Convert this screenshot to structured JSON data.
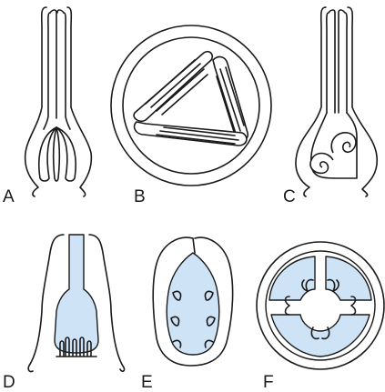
{
  "panels": [
    {
      "label": "A"
    },
    {
      "label": "B"
    },
    {
      "label": "C"
    },
    {
      "label": "D"
    },
    {
      "label": "E"
    },
    {
      "label": "F"
    }
  ],
  "colors": {
    "outline": "#1a1a1a",
    "cavity_fill": "#cfe3f7",
    "background": "#ffffff"
  }
}
